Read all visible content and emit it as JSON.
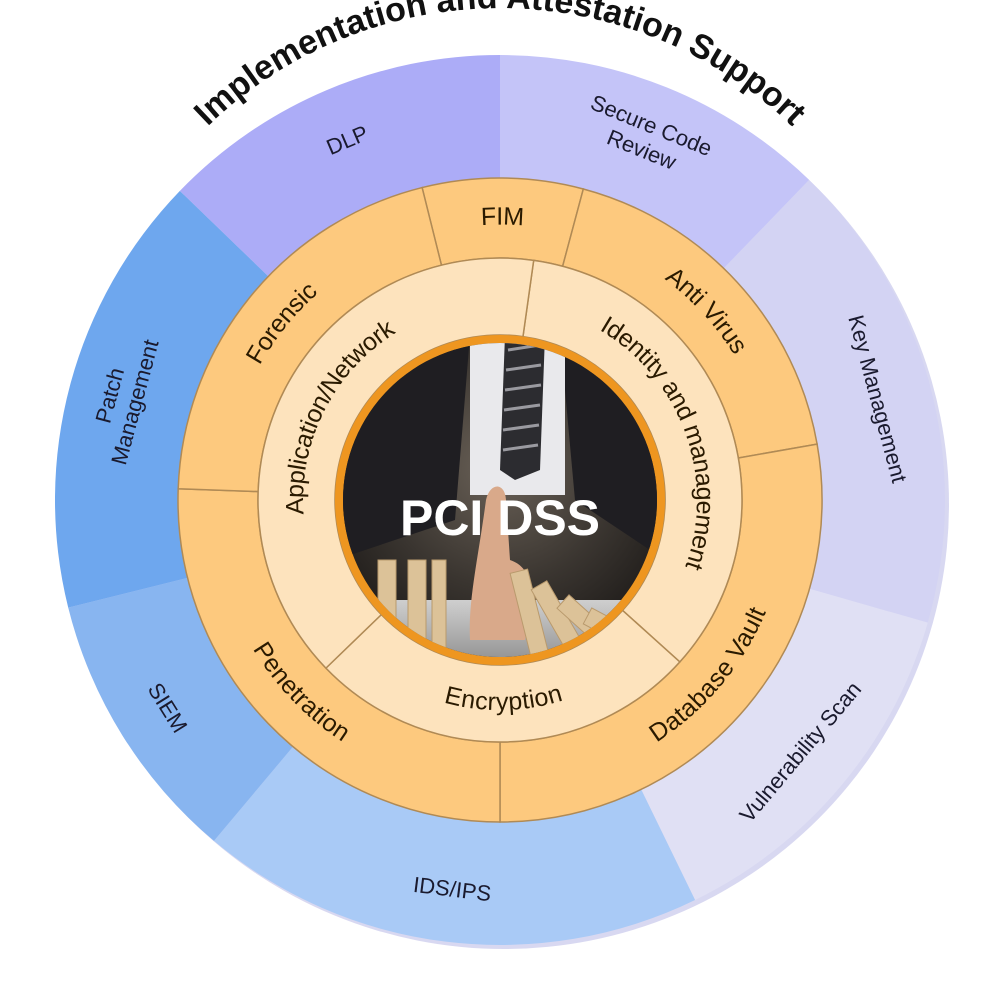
{
  "title": "Implementation and Attestation Support",
  "center": {
    "label": "PCI DSS"
  },
  "outer_ring": [
    {
      "label": "Secure Code Review",
      "lines": [
        "Secure Code",
        "Review"
      ],
      "color": "#c4c4f8",
      "start": 0,
      "end": 44
    },
    {
      "label": "Key Management",
      "lines": [
        "Key Management"
      ],
      "color": "#d3d3f3",
      "start": 44,
      "end": 106
    },
    {
      "label": "Vulnerability Scan",
      "lines": [
        "Vulnerability Scan"
      ],
      "color": "#e0e0f4",
      "start": 106,
      "end": 154
    },
    {
      "label": "IDS/IPS",
      "lines": [
        "IDS/IPS"
      ],
      "color": "#a9caf6",
      "start": 154,
      "end": 220
    },
    {
      "label": "SIEM",
      "lines": [
        "SIEM"
      ],
      "color": "#88b5f0",
      "start": 220,
      "end": 256
    },
    {
      "label": "Patch Management",
      "lines": [
        "Patch",
        "Management"
      ],
      "color": "#6ea7ee",
      "start": 256,
      "end": 314
    },
    {
      "label": "DLP",
      "lines": [
        "DLP"
      ],
      "color": "#acacf7",
      "start": 314,
      "end": 360
    }
  ],
  "middle_ring": [
    {
      "label": "FIM",
      "start": 346,
      "end": 15
    },
    {
      "label": "Anti Virus",
      "start": 15,
      "end": 80
    },
    {
      "label": "Database Vault",
      "start": 80,
      "end": 180
    },
    {
      "label": "Penetration",
      "start": 180,
      "end": 272
    },
    {
      "label": "Forensic",
      "start": 272,
      "end": 346
    }
  ],
  "inner_ring": [
    {
      "label": "Identity and management",
      "start": 8,
      "end": 132
    },
    {
      "label": "Encryption",
      "start": 132,
      "end": 226
    },
    {
      "label": "Application/Network",
      "start": 226,
      "end": 368
    }
  ],
  "colors": {
    "middle_ring": "#fdc97e",
    "inner_ring": "#fde3bd",
    "divider": "#b08a55",
    "center_border": "#ee9620",
    "center_bg": "#3a3530",
    "outer_shadow": "#8f8fd8"
  }
}
